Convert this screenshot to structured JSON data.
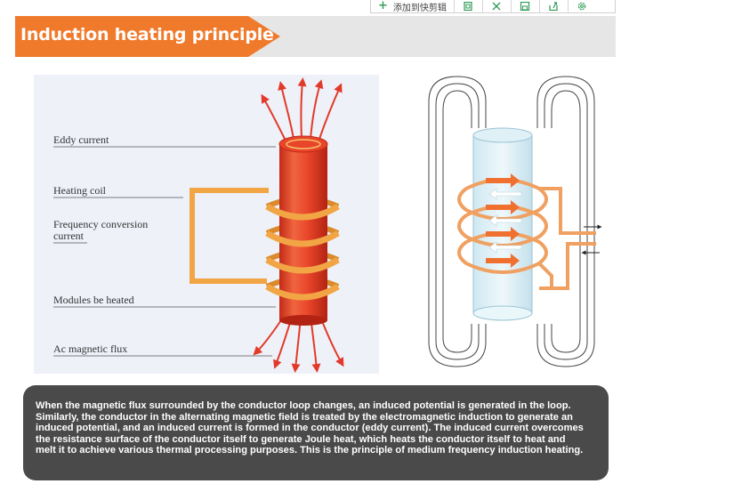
{
  "toolbar": {
    "clip_label": "添加到快剪辑",
    "icons": [
      "copy-icon",
      "fullscreen-icon",
      "save-icon",
      "share-icon",
      "settings-icon"
    ]
  },
  "banner": {
    "title": "Induction heating principle",
    "accent_color": "#f07a2c",
    "band_color": "#e6e6e6"
  },
  "left_diagram": {
    "labels": {
      "eddy_current": "Eddy current",
      "heating_coil": "Heating coil",
      "frequency_line1": "Frequency conversion",
      "frequency_line2": "current",
      "modules": "Modules be heated",
      "ac_flux": "Ac magnetic flux"
    },
    "cylinder_color": "#e8452a",
    "coil_color": "#f2a545",
    "flux_color": "#e23a2a"
  },
  "right_diagram": {
    "coil_color": "#f0a060",
    "arrow_color": "#f07030"
  },
  "caption": {
    "lines": [
      "When the magnetic flux surrounded by the conductor loop changes, an induced potential is generated in the loop.",
      "Similarly, the conductor in the alternating magnetic field is treated by the electromagnetic induction to generate an",
      "induced potential, and an induced current is formed in the conductor (eddy current). The induced current overcomes",
      "the resistance surface of the conductor itself to generate Joule heat, which heats the conductor itself to heat and",
      "melt it to achieve various thermal processing purposes. This is the principle of medium frequency induction heating."
    ]
  }
}
